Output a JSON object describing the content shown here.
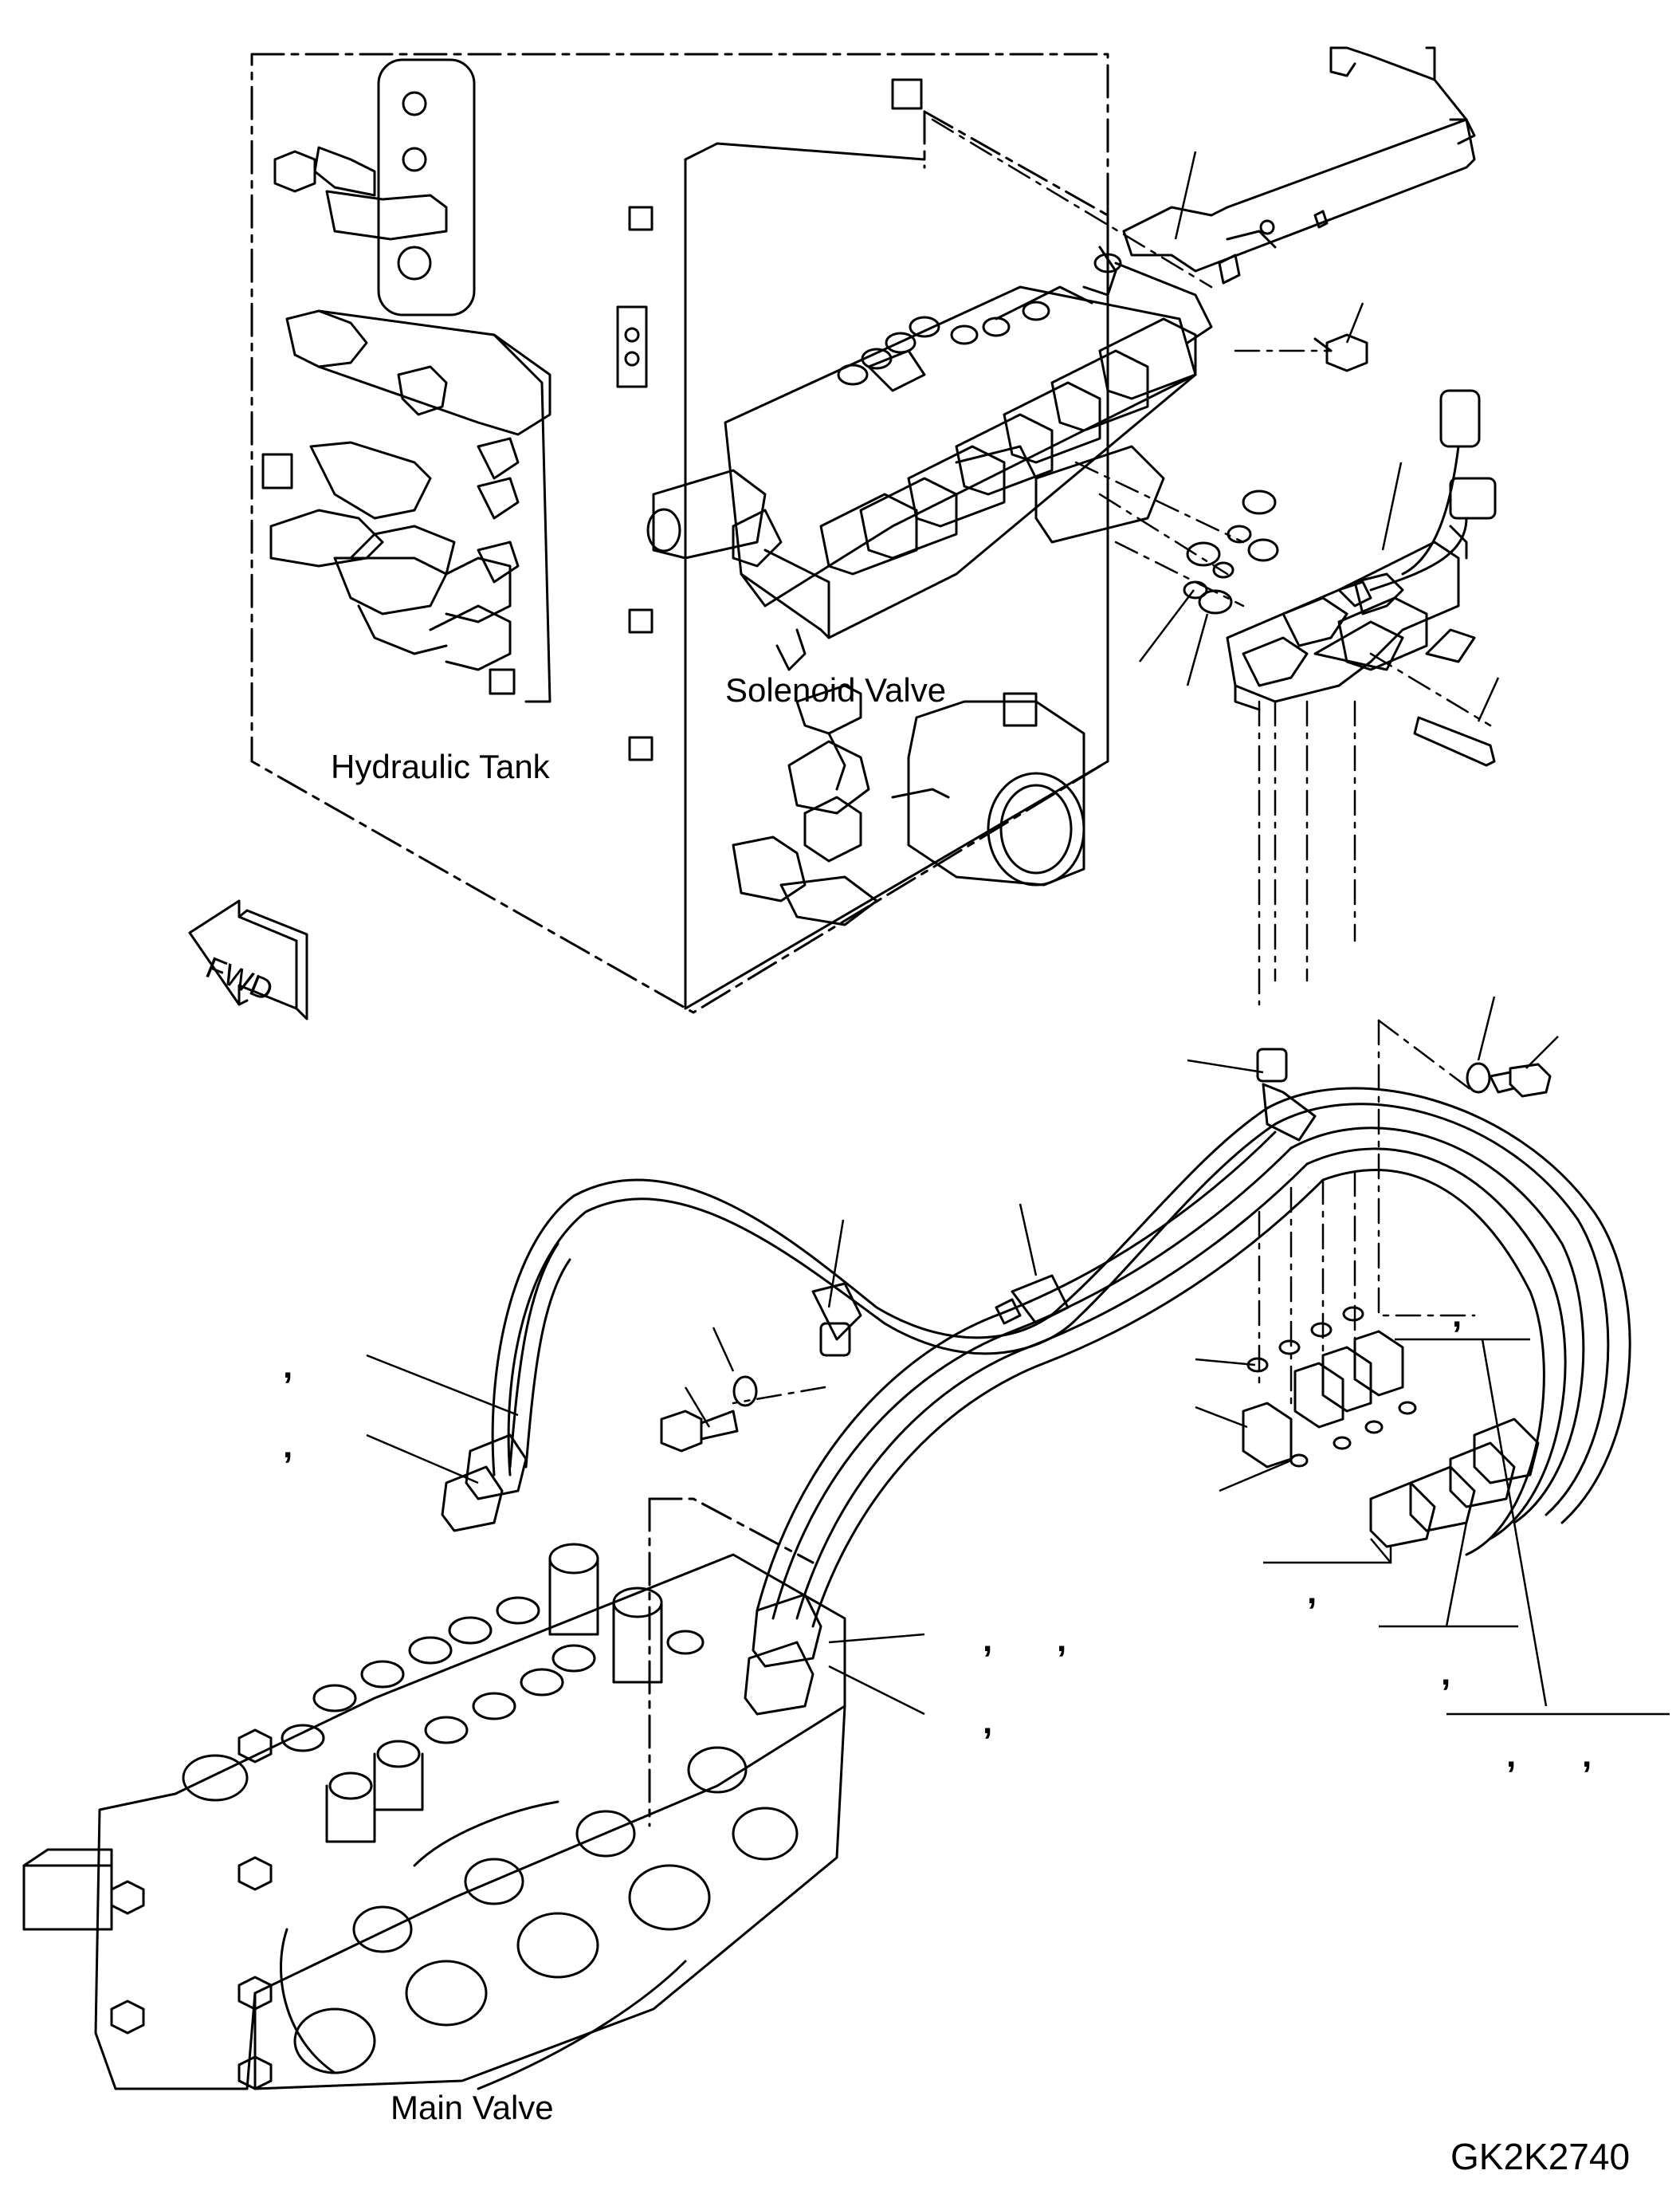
{
  "labels": {
    "solenoid_valve": "Solenoid Valve",
    "hydraulic_tank": "Hydraulic Tank",
    "main_valve": "Main Valve",
    "fwd": "FWD",
    "drawing_code": "GK2K2740"
  },
  "callout_commas": [
    ",",
    ",",
    ",",
    ",",
    ",",
    ",",
    ",",
    ",",
    ",",
    ",",
    ","
  ],
  "colors": {
    "line": "#000000",
    "background": "#ffffff"
  }
}
